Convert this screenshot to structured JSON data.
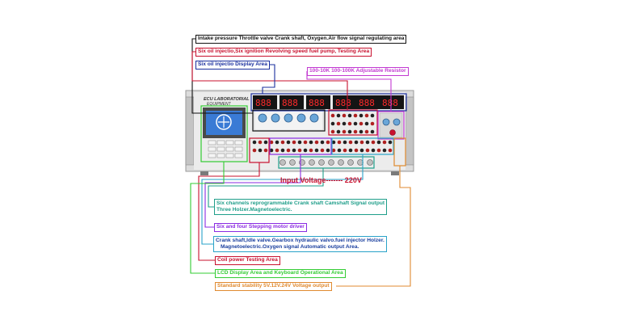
{
  "callouts": {
    "top_signal": "Intake pressure Throttle valve Crank shaft, Oxygen.Air flow signal regulating area",
    "six_oil_injection": "Six oil injectio,Six ignition Revolving speed fuel pump, Testing Area",
    "display_area": "Six oil injectio Display Area",
    "resistor": "100-10K   100-100K  Adjustable Resistor",
    "crank_signal_line1": "Six channels reprogrammable Crank shaft Camshaft Signal output",
    "crank_signal_line2": "Three Holzer.Magnetoelectric.",
    "stepping_motor": "Six and four Stepping motor driver",
    "crank_idle_line1": "Crank shaft,Idle valve.Gearbox hydraulic valvo.fuel injector Holzer.",
    "crank_idle_line2": "Magnetoelectric.Oxygen signal Automatic output Area.",
    "coil_power": "Coil power Testing Area",
    "lcd_keyboard": "LCD Display Area and Keyboard Operational Area",
    "voltage_output": "Standard stability 5V.12V.24V Voltage output"
  },
  "device": {
    "brand_line1": "ECU LABORATORIAL",
    "brand_line2": "EQUIPMENT",
    "input_voltage": "Input Voltage------- 220V"
  },
  "colors": {
    "black": "#111111",
    "red": "#c8102e",
    "blue": "#1a2f9e",
    "magenta": "#c23ad1",
    "teal": "#1f9e8a",
    "purple": "#8a2be2",
    "cyan": "#2aa3c9",
    "green": "#33cc33",
    "orange": "#e08a30",
    "led": "#ff2a2a",
    "lcd": "#3a7bd5",
    "panel": "#e7e7e7"
  }
}
